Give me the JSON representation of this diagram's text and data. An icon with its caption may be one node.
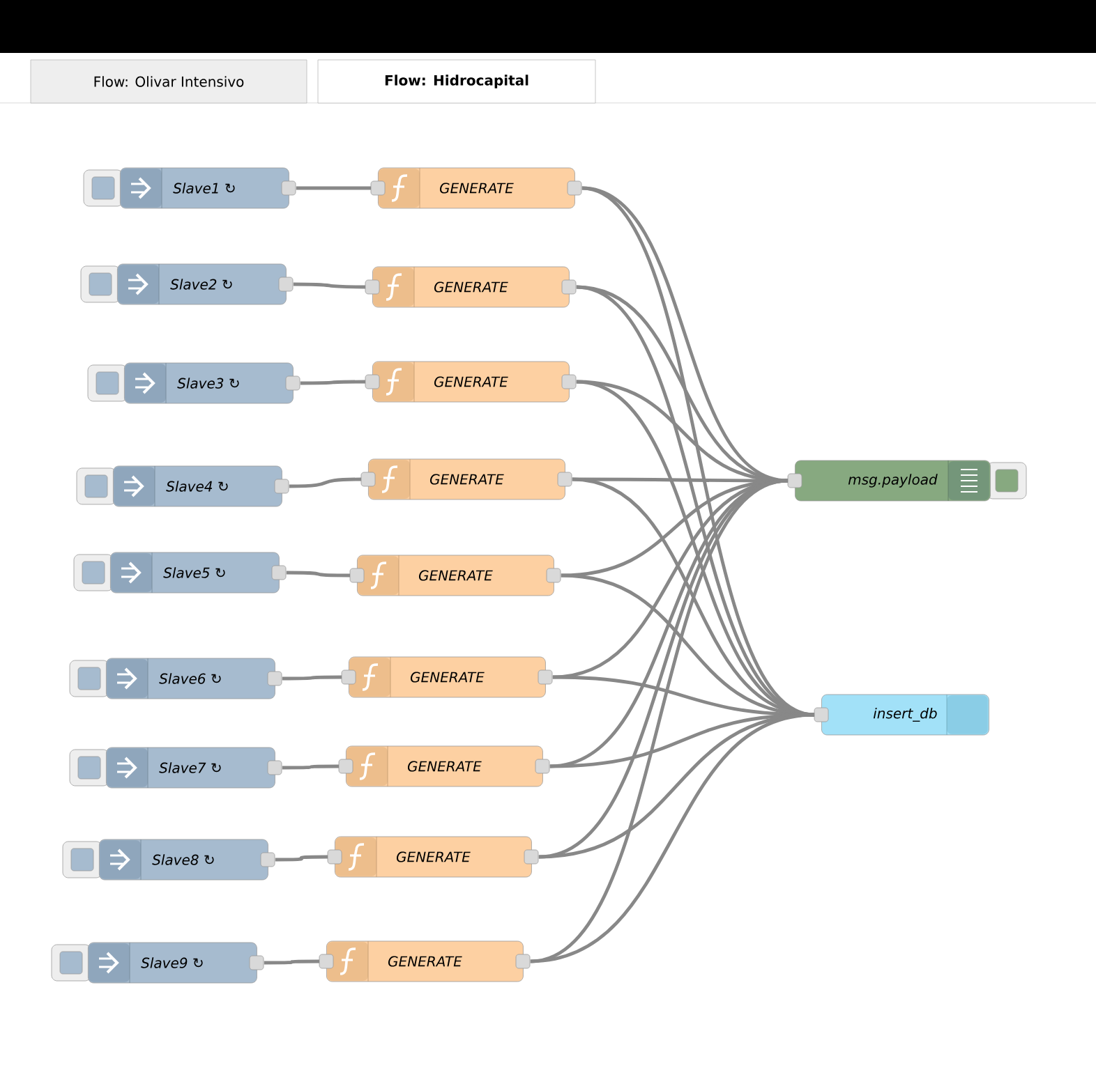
{
  "diagram": {
    "nodes": [
      {
        "text": [
          "Slave1 ↻"
        ]
      },
      {
        "text": [
          "Slave2 ↻"
        ]
      },
      {
        "text": [
          "Slave3 ↻"
        ]
      },
      {
        "text": [
          "Slave4 ↻"
        ]
      },
      {
        "text": [
          "Slave5 ↻"
        ]
      },
      {
        "text": [
          "Slave6 ↻"
        ]
      },
      {
        "text": [
          "Slave7 ↻"
        ]
      },
      {
        "text": [
          "Slave8 ↻"
        ]
      },
      {
        "text": [
          "Slave9 ↻"
        ]
      },
      {
        "text": [
          "GENERATE"
        ]
      },
      {
        "text": [
          "GENERATE"
        ]
      },
      {
        "text": [
          "GENERATE"
        ]
      },
      {
        "text": [
          "GENERATE"
        ]
      },
      {
        "text": [
          "GENERATE"
        ]
      },
      {
        "text": [
          "GENERATE"
        ]
      },
      {
        "text": [
          "GENERATE"
        ]
      },
      {
        "text": [
          "GENERATE"
        ]
      },
      {
        "text": [
          "GENERATE"
        ]
      },
      {
        "text": [
          "msg.payload"
        ]
      },
      {
        "text": [
          "insert_db"
        ]
      }
    ],
    "edges": [
      {
        "from": 0,
        "to": 9,
        "arrow": "none"
      },
      {
        "from": 1,
        "to": 10,
        "arrow": "none"
      },
      {
        "from": 2,
        "to": 11,
        "arrow": "none"
      },
      {
        "from": 3,
        "to": 12,
        "arrow": "none"
      },
      {
        "from": 4,
        "to": 13,
        "arrow": "none"
      },
      {
        "from": 5,
        "to": 14,
        "arrow": "none"
      },
      {
        "from": 6,
        "to": 15,
        "arrow": "none"
      },
      {
        "from": 7,
        "to": 16,
        "arrow": "none"
      },
      {
        "from": 8,
        "to": 17,
        "arrow": "none"
      },
      {
        "from": 9,
        "to": 18,
        "arrow": "none"
      },
      {
        "from": 9,
        "to": 19,
        "arrow": "none"
      },
      {
        "from": 10,
        "to": 18,
        "arrow": "none"
      },
      {
        "from": 10,
        "to": 19,
        "arrow": "none"
      },
      {
        "from": 11,
        "to": 18,
        "arrow": "none"
      },
      {
        "from": 11,
        "to": 19,
        "arrow": "none"
      },
      {
        "from": 12,
        "to": 18,
        "arrow": "none"
      },
      {
        "from": 12,
        "to": 19,
        "arrow": "none"
      },
      {
        "from": 13,
        "to": 18,
        "arrow": "none"
      },
      {
        "from": 13,
        "to": 19,
        "arrow": "none"
      },
      {
        "from": 14,
        "to": 18,
        "arrow": "none"
      },
      {
        "from": 14,
        "to": 19,
        "arrow": "none"
      },
      {
        "from": 15,
        "to": 18,
        "arrow": "none"
      },
      {
        "from": 15,
        "to": 19,
        "arrow": "none"
      },
      {
        "from": 16,
        "to": 18,
        "arrow": "none"
      },
      {
        "from": 16,
        "to": 19,
        "arrow": "none"
      },
      {
        "from": 17,
        "to": 18,
        "arrow": "none"
      },
      {
        "from": 17,
        "to": 19,
        "arrow": "none"
      }
    ],
    "labels": [
      "Flow: Olivar Intensivo",
      "Flow: Hidrocapital"
    ]
  }
}
